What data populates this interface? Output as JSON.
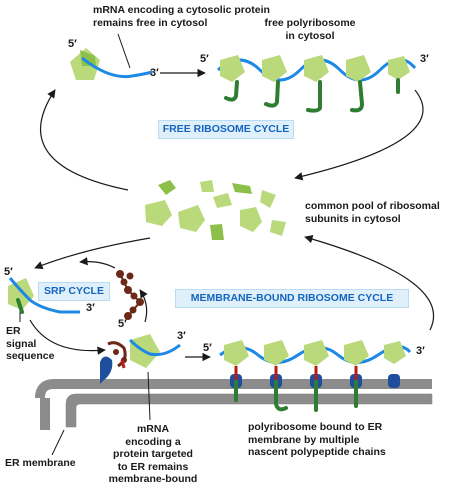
{
  "labels": {
    "mrna_free": "mRNA encoding a cytosolic protein\nremains free in cytosol",
    "free_polyribosome": "free polyribosome\nin cytosol",
    "common_pool": "common pool of ribosomal\nsubunits in cytosol",
    "er_signal": "ER\nsignal\nsequence",
    "mrna_targeted": "mRNA\nencoding a\nprotein targeted\nto ER remains\nmembrane-bound",
    "polyribosome_er": "polyribosome bound to ER\nmembrane by multiple\nnascent polypeptide chains",
    "er_membrane": "ER membrane"
  },
  "boxes": {
    "free_cycle": "FREE RIBOSOME CYCLE",
    "srp_cycle": "SRP CYCLE",
    "membrane_cycle": "MEMBRANE-BOUND RIBOSOME CYCLE"
  },
  "primes": {
    "five": "5′",
    "three": "3′"
  },
  "colors": {
    "mrna": "#1e88e5",
    "ribosome_light": "#b9d97a",
    "ribosome_dark": "#8dc04a",
    "polypeptide": "#2e7d32",
    "membrane": "#8c8c8c",
    "srp_brown": "#6b2a17",
    "signal_red": "#b71c1c",
    "translocon_blue": "#1f4e9c",
    "box_fill": "#dff0fb",
    "box_text": "#1565c0"
  }
}
